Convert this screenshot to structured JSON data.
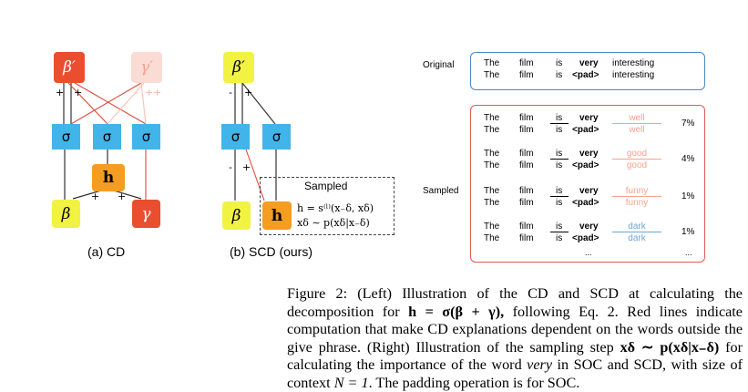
{
  "figure": {
    "cd": {
      "caption": "(a) CD",
      "beta_prime": "β′",
      "gamma_prime": "γ′",
      "sigma": "σ",
      "h": "h",
      "beta": "β",
      "gamma": "γ",
      "plus": "+",
      "minus": "-"
    },
    "scd": {
      "caption": "(b) SCD (ours)",
      "beta_prime": "β′",
      "sigma": "σ",
      "beta": "β",
      "h": "h",
      "sampled_label": "Sampled",
      "eq1": "h = s⁽ˡ⁾(x₋δ, xδ)",
      "eq2": "xδ ∼ p(xδ|x₋δ)",
      "plus": "+",
      "minus": "-"
    },
    "right": {
      "original_label": "Original",
      "sampled_label": "Sampled",
      "tokens": {
        "the": "The",
        "film": "film",
        "is": "is",
        "very": "very",
        "pad": "<pad>",
        "interesting": "interesting"
      },
      "samples": [
        {
          "word": "well",
          "percent": "7%"
        },
        {
          "word": "good",
          "percent": "4%"
        },
        {
          "word": "funny",
          "percent": "1%"
        },
        {
          "word": "dark",
          "percent": "1%"
        }
      ],
      "ellipsis": "...",
      "colors": {
        "orig_border": "#4b86c5",
        "sampled_border": "#dc5b56",
        "word_fill": "#f2a48e",
        "dark_blue": "#6aa6da"
      }
    }
  },
  "caption": {
    "p1": "Figure 2: (Left) Illustration of the CD and SCD at calculating the decomposition for ",
    "p1_math": "h = σ(β + γ),",
    "p2": " following Eq. 2. Red lines indicate computation that make CD explanations dependent on the words outside the give phrase. (Right) Illustration of the sampling step ",
    "p2_math": "xδ ∼ p(xδ|x₋δ)",
    "p3": " for calculating the importance of the word ",
    "p3_em": "very",
    "p4": " in SOC and SCD, with size of context ",
    "p4_math": "N = 1",
    "p5": ". The padding operation is for SOC."
  }
}
